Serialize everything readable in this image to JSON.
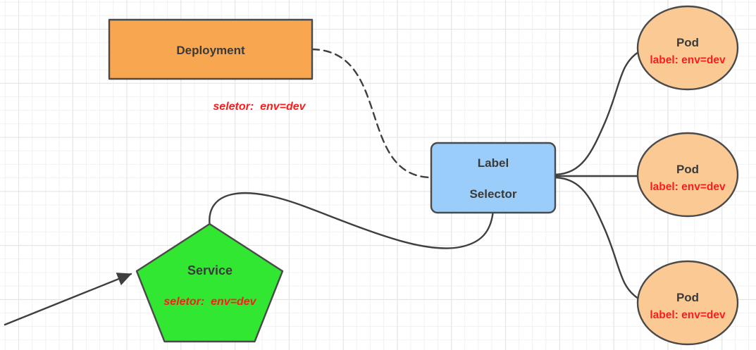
{
  "colors": {
    "deployment_fill": "#F8A650",
    "service_fill": "#31E731",
    "selector_fill": "#9BCDFA",
    "pod_fill": "#FBCA94",
    "outline": "#4A4A4A",
    "edge": "#3F3F3F",
    "text_dark": "#3A3A3A",
    "text_red": "#FB1D1D"
  },
  "nodes": {
    "deployment": {
      "label": "Deployment",
      "selector_note": "seletor:  env=dev"
    },
    "label_selector": {
      "line1": "Label",
      "line2": "Selector"
    },
    "service": {
      "label": "Service",
      "selector_note": "seletor:  env=dev"
    },
    "pods": [
      {
        "title": "Pod",
        "label": "label: env=dev"
      },
      {
        "title": "Pod",
        "label": "label: env=dev"
      },
      {
        "title": "Pod",
        "label": "label: env=dev"
      }
    ]
  }
}
